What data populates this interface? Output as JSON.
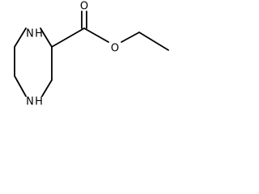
{
  "molecule": {
    "atoms": {
      "n1": "N",
      "n1_h": "H",
      "n4": "N",
      "n4_h": "H",
      "o_carbonyl": "O",
      "o_ester": "O"
    }
  }
}
